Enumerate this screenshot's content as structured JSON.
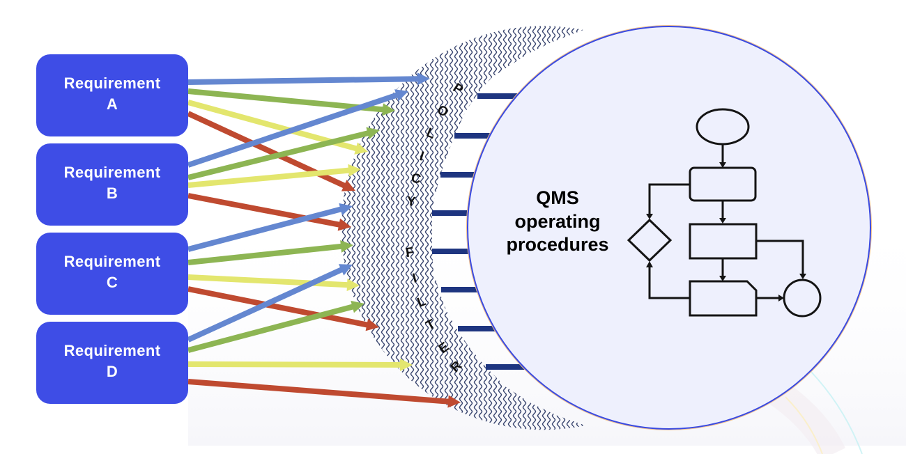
{
  "requirements": [
    {
      "label": "Requirement",
      "id": "A"
    },
    {
      "label": "Requirement",
      "id": "B"
    },
    {
      "label": "Requirement",
      "id": "C"
    },
    {
      "label": "Requirement",
      "id": "D"
    }
  ],
  "policy_filter": {
    "letters_top": [
      "P",
      "O",
      "L",
      "I",
      "C",
      "Y"
    ],
    "letters_bottom": [
      "F",
      "I",
      "L",
      "T",
      "E",
      "R"
    ]
  },
  "qms_circle": {
    "lines": [
      "QMS",
      "operating",
      "procedures"
    ]
  },
  "connections": [
    {
      "from": "A",
      "color": "blue"
    },
    {
      "from": "A",
      "color": "green"
    },
    {
      "from": "A",
      "color": "yellow"
    },
    {
      "from": "A",
      "color": "red"
    },
    {
      "from": "B",
      "color": "blue"
    },
    {
      "from": "B",
      "color": "green"
    },
    {
      "from": "B",
      "color": "yellow"
    },
    {
      "from": "B",
      "color": "red"
    },
    {
      "from": "C",
      "color": "blue"
    },
    {
      "from": "C",
      "color": "green"
    },
    {
      "from": "C",
      "color": "yellow"
    },
    {
      "from": "C",
      "color": "red"
    },
    {
      "from": "D",
      "color": "blue"
    },
    {
      "from": "D",
      "color": "green"
    },
    {
      "from": "D",
      "color": "yellow"
    },
    {
      "from": "D",
      "color": "red"
    }
  ],
  "output_bars": {
    "count": 8
  },
  "flowchart": {
    "nodes": [
      "terminator-start",
      "process-rounded",
      "decision",
      "process",
      "document-cut-corner",
      "connector-end"
    ]
  },
  "colors": {
    "requirement_box": "#3e4de6",
    "arrow_blue": "#6487d0",
    "arrow_green": "#8db553",
    "arrow_yellow": "#e3e66e",
    "arrow_red": "#bf4a30",
    "filter_waves": "#3b4770",
    "output_bars": "#1e3580",
    "qms_fill": "#eef0fd",
    "qms_stroke": "#3a4ae0",
    "flowchart_stroke": "#141414"
  }
}
